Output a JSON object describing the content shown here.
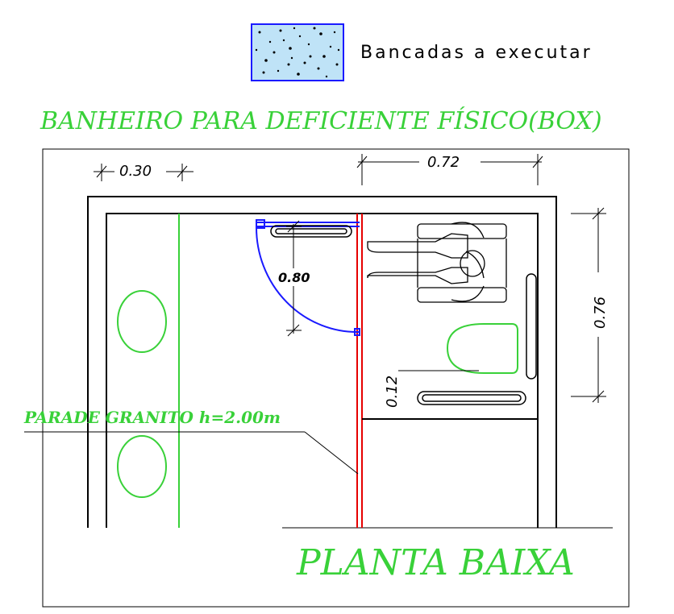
{
  "legend": {
    "label": "Bancadas a executar",
    "swatch_color": "#bfe3f7",
    "swatch_border": "#1a1aff"
  },
  "title": "BANHEIRO PARA DEFICIENTE FÍSICO(BOX)",
  "wall_note": "PARADE GRANITO h=2.00m",
  "footer_title": "PLANTA BAIXA",
  "dimensions": {
    "wall_offset": "0.30",
    "box_width": "0.72",
    "box_depth": "0.76",
    "door_width": "0.80",
    "bar_offset": "0.12"
  },
  "colors": {
    "annotation_green": "#39d139",
    "door_blue": "#1a1aff",
    "partition_red": "#e60000",
    "line_black": "#000000"
  },
  "icons": [
    "wheelchair-user-icon",
    "toilet-icon",
    "sink-icon",
    "grab-bar-icon"
  ]
}
